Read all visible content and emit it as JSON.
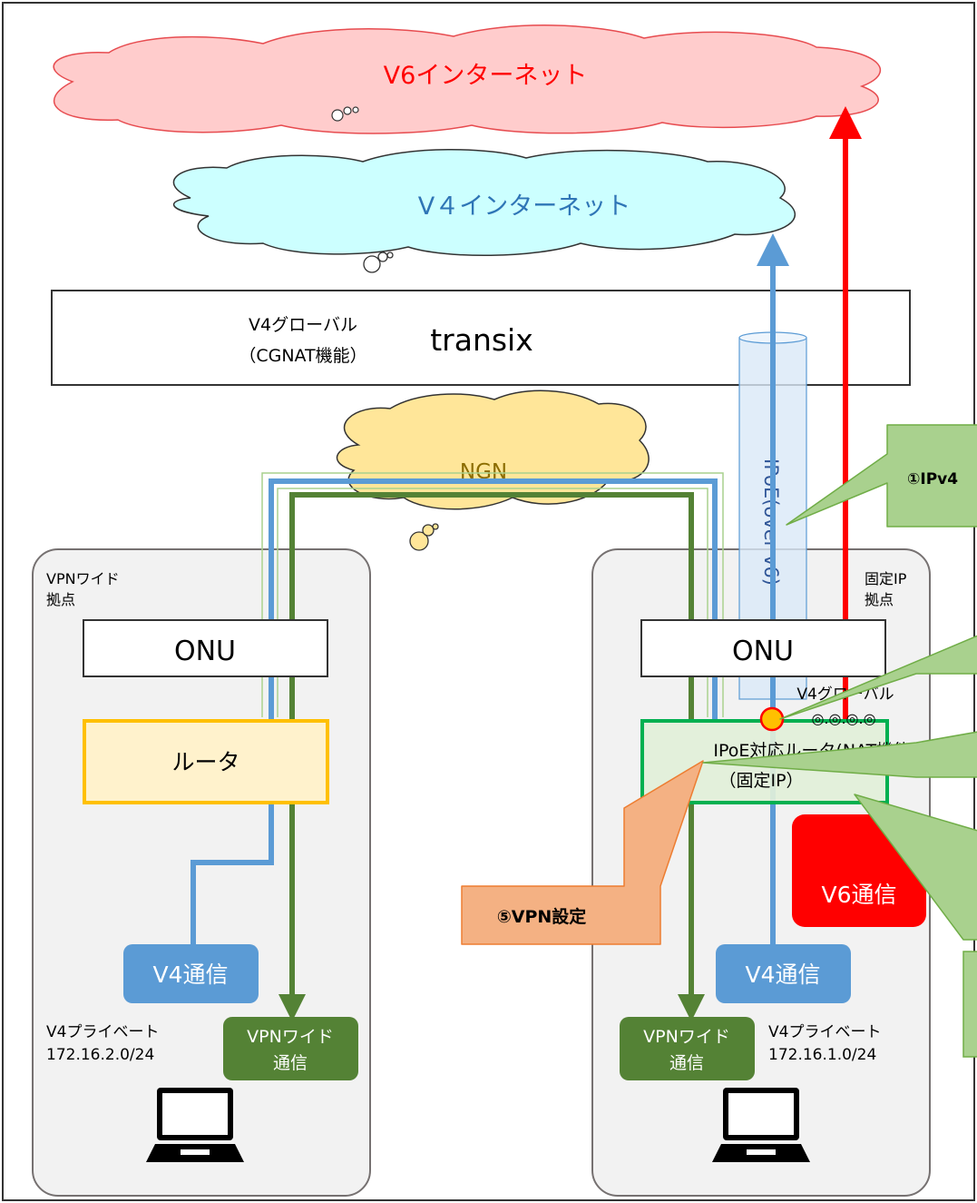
{
  "clouds": {
    "v6_internet": "V6インターネット",
    "v4_internet": "V４インターネット",
    "ngn": "NGN"
  },
  "transix": {
    "name": "transix",
    "line1": "V4グローバル",
    "line2": "（CGNAT機能）"
  },
  "tunnel_label": "IPoE(over v6)",
  "left_site": {
    "label_line1": "VPNワイド",
    "label_line2": "拠点",
    "onu": "ONU",
    "router": "ルータ",
    "v4_comm": "V4通信",
    "vpn_comm_line1": "VPNワイド",
    "vpn_comm_line2": "通信",
    "private_line1": "V4プライベート",
    "private_line2": "172.16.2.0/24"
  },
  "right_site": {
    "label_line1": "固定IP",
    "label_line2": "拠点",
    "onu": "ONU",
    "router_line1": "IPoE対応ルータ(NAT機能)",
    "router_line2": "（固定IP）",
    "v4_global_line1": "V4グローバル",
    "v4_global_line2": "◎.◎.◎.◎",
    "v4_comm": "V4通信",
    "v6_comm": "V6通信",
    "vpn_comm_line1": "VPNワイド",
    "vpn_comm_line2": "通信",
    "private_line1": "V4プライベート",
    "private_line2": "172.16.1.0/24"
  },
  "callouts": {
    "c1": "①IPv4",
    "c5": "⑤VPN設定"
  },
  "colors": {
    "v6_red": "#ff0000",
    "v4_blue": "#5b9bd5",
    "vpn_green": "#548235",
    "router_yellow": "#ffc000",
    "router_green": "#00b050",
    "callout_green": "#a9d18e",
    "callout_orange": "#f4b183"
  }
}
